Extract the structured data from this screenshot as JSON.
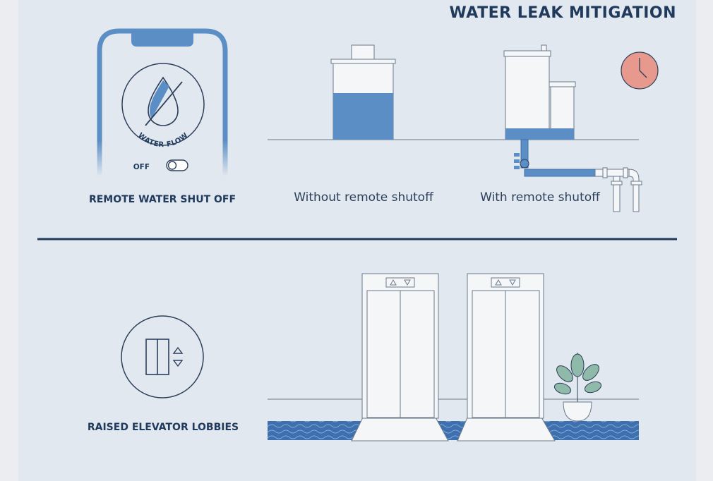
{
  "header": {
    "title": "WATER LEAK MITIGATION"
  },
  "remote_shutoff": {
    "dial_text": "WATER FLOW",
    "toggle_label": "OFF",
    "caption": "REMOTE WATER SHUT OFF"
  },
  "comparison": {
    "without_label": "Without remote shutoff",
    "with_label": "With remote shutoff"
  },
  "elevator": {
    "caption": "RAISED ELEVATOR LOBBIES"
  },
  "colors": {
    "navy": "#1f3a5c",
    "water": "#5b8ec4",
    "water_dark": "#3e6fae",
    "clock": "#e7998d",
    "plant": "#8fb9a8"
  }
}
